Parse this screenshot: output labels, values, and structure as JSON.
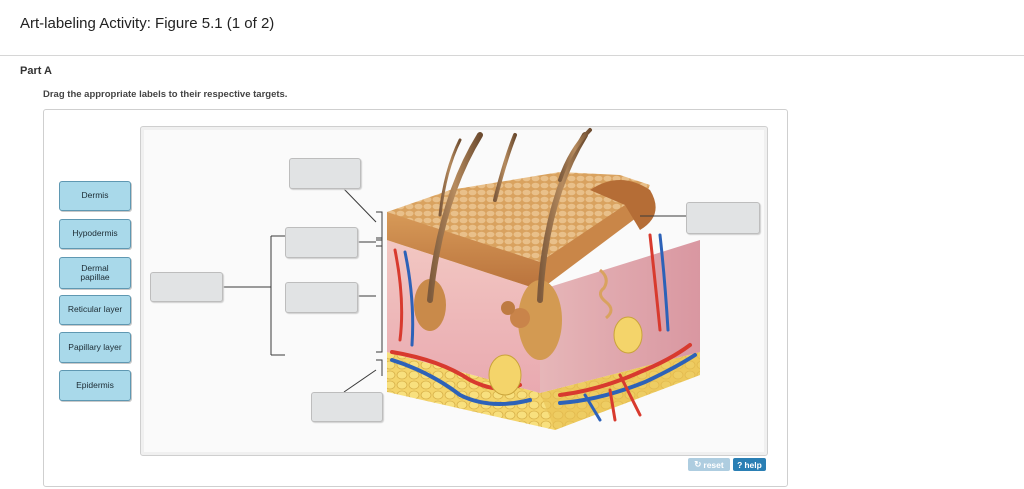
{
  "header": {
    "title": "Art-labeling Activity: Figure 5.1 (1 of 2)",
    "part": "Part A",
    "instruction": "Drag the appropriate labels to their respective targets."
  },
  "labels": [
    {
      "text": "Dermis"
    },
    {
      "text": "Hypodermis"
    },
    {
      "text": "Dermal papillae"
    },
    {
      "text": "Reticular layer"
    },
    {
      "text": "Papillary layer"
    },
    {
      "text": "Epidermis"
    }
  ],
  "targets": [
    {
      "id": "target-top",
      "value": ""
    },
    {
      "id": "target-right",
      "value": ""
    },
    {
      "id": "target-left",
      "value": ""
    },
    {
      "id": "target-middle-upper",
      "value": ""
    },
    {
      "id": "target-middle-lower",
      "value": ""
    },
    {
      "id": "target-bottom",
      "value": ""
    }
  ],
  "buttons": {
    "reset_label": "reset",
    "help_label": "help"
  },
  "colors": {
    "label_fill": "#a9d9ea",
    "label_border": "#5f98b2",
    "target_fill": "#e1e3e4",
    "help_blue": "#2a7fb4"
  }
}
